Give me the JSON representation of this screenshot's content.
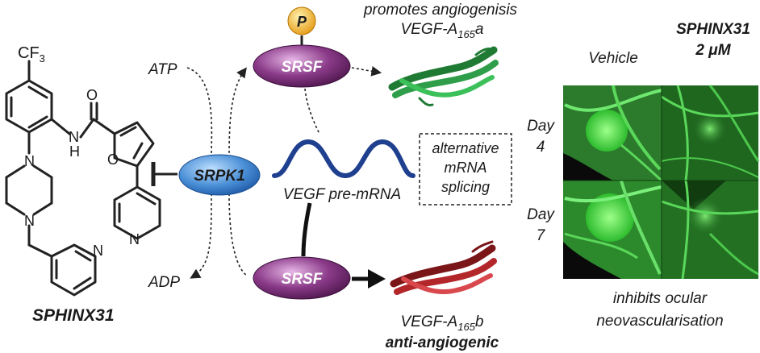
{
  "molecule": {
    "name": "SPHINX31",
    "cf3": "CF",
    "cf3_sub": "3",
    "oxygen": "O",
    "nh": "N",
    "nh_h": "H",
    "furan_o": "O",
    "pip_n1": "N",
    "pip_n2": "N",
    "pyr_n1": "N",
    "pyr_n2": "N"
  },
  "pathway": {
    "atp": "ATP",
    "adp": "ADP",
    "kinase": "SRPK1",
    "srsf_top": "SRSF",
    "srsf_bottom": "SRSF",
    "phospho": "P",
    "pre_mrna": "VEGF pre-mRNA",
    "splicing_box": [
      "alternative",
      "mRNA",
      "splicing"
    ]
  },
  "outcomes": {
    "top_line1": "promotes angiogenisis",
    "top_line2_pre": "VEGF-A",
    "top_line2_sub": "165",
    "top_line2_post": "a",
    "bottom_line1_pre": "VEGF-A",
    "bottom_line1_sub": "165",
    "bottom_line1_post": "b",
    "bottom_line2": "anti-angiogenic"
  },
  "panel": {
    "col_vehicle": "Vehicle",
    "col_drug_line1": "SPHINX31",
    "col_drug_line2": "2 μM",
    "row1_line1": "Day",
    "row1_line2": "4",
    "row2_line1": "Day",
    "row2_line2": "7",
    "caption_line1": "inhibits ocular",
    "caption_line2": "neovascularisation"
  },
  "colors": {
    "srpk1": "#4a8fd6",
    "srsf": "#7b2d7a",
    "phospho": "#f2b233",
    "mrna": "#1f3f8f",
    "protein_a": "#2e9e4a",
    "protein_b": "#b3262a",
    "retina": "#3fcf3f"
  }
}
